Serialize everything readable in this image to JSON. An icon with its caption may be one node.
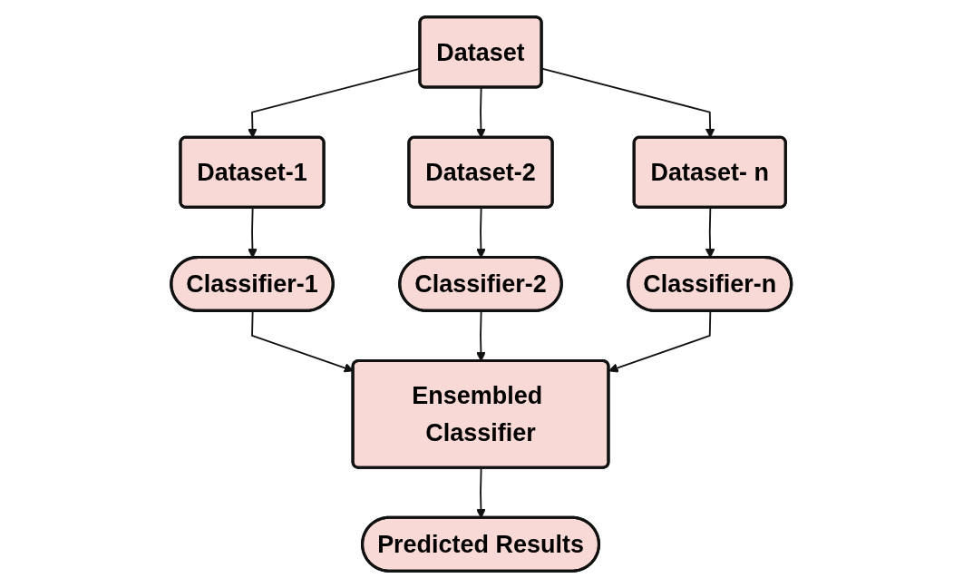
{
  "diagram": {
    "nodes": [
      {
        "text": [
          "Dataset"
        ]
      },
      {
        "text": [
          "Dataset-1"
        ]
      },
      {
        "text": [
          "Dataset-2"
        ]
      },
      {
        "text": [
          "Dataset- n"
        ]
      },
      {
        "text": [
          "Classifier-1"
        ]
      },
      {
        "text": [
          "Classifier-2"
        ]
      },
      {
        "text": [
          "Classifier-n"
        ]
      },
      {
        "text": [
          "Ensembled Classifier"
        ]
      },
      {
        "text": [
          "Predicted Results"
        ]
      }
    ],
    "edges": [
      {
        "from": 0,
        "to": 1,
        "arrow": "to"
      },
      {
        "from": 0,
        "to": 2,
        "arrow": "to"
      },
      {
        "from": 0,
        "to": 3,
        "arrow": "to"
      },
      {
        "from": 1,
        "to": 4,
        "arrow": "to"
      },
      {
        "from": 2,
        "to": 5,
        "arrow": "to"
      },
      {
        "from": 3,
        "to": 6,
        "arrow": "to"
      },
      {
        "from": 4,
        "to": 7,
        "arrow": "to"
      },
      {
        "from": 5,
        "to": 7,
        "arrow": "to"
      },
      {
        "from": 6,
        "to": 7,
        "arrow": "to"
      },
      {
        "from": 7,
        "to": 8,
        "arrow": "to"
      }
    ]
  }
}
